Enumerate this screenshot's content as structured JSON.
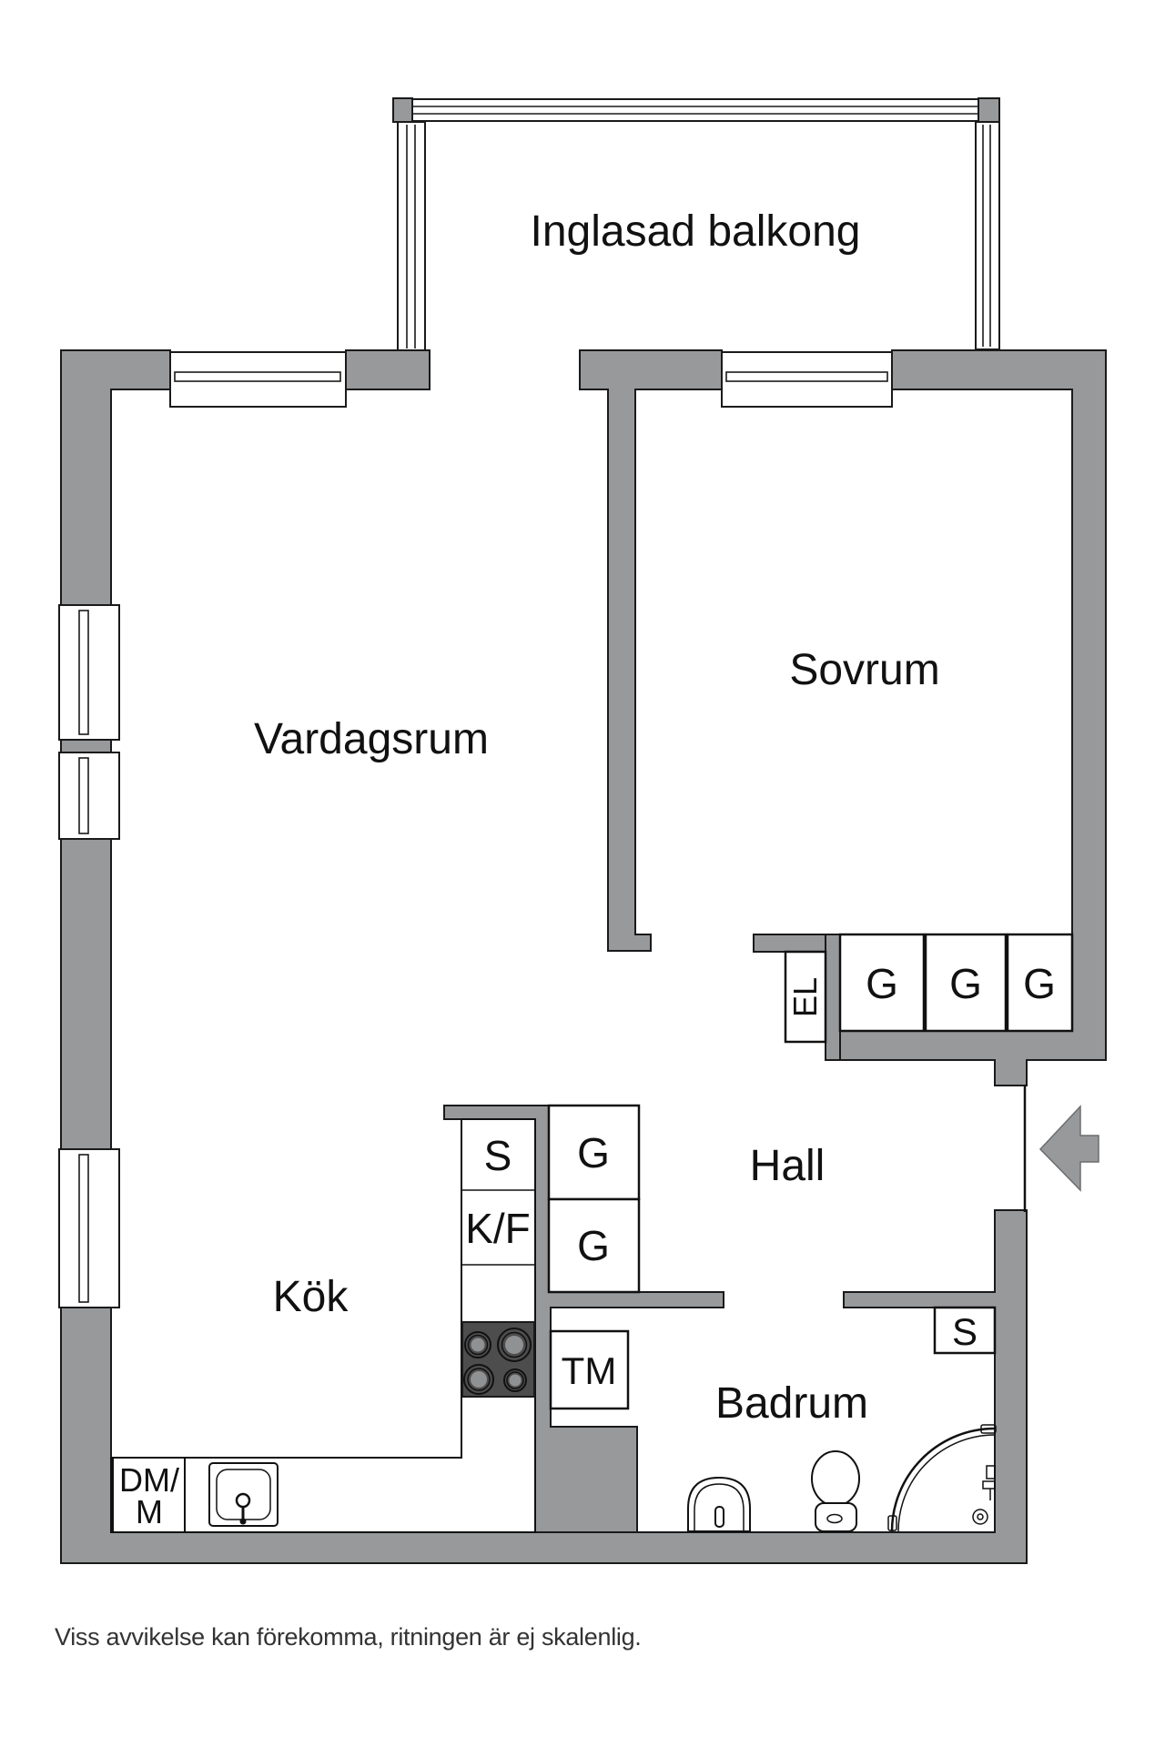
{
  "floorplan": {
    "balcony_label": "Inglasad balkong",
    "rooms": {
      "living_room": "Vardagsrum",
      "bedroom": "Sovrum",
      "kitchen": "Kök",
      "hall": "Hall",
      "bathroom": "Badrum"
    },
    "closets": {
      "el": "EL",
      "bedroom_g1": "G",
      "bedroom_g2": "G",
      "bedroom_g3": "G",
      "hall_g1": "G",
      "hall_g2": "G",
      "bathroom_s": "S"
    },
    "kitchen_units": {
      "s": "S",
      "kf": "K/F",
      "dm_line1": "DM/",
      "dm_line2": "M"
    },
    "laundry": {
      "tm": "TM"
    },
    "disclaimer": "Viss avvikelse kan förekomma, ritningen är ej skalenlig.",
    "colors": {
      "wall": "#97999b",
      "stove": "#4d4d4d",
      "burner": "#8f9193",
      "line": "#1a1a1a"
    }
  }
}
